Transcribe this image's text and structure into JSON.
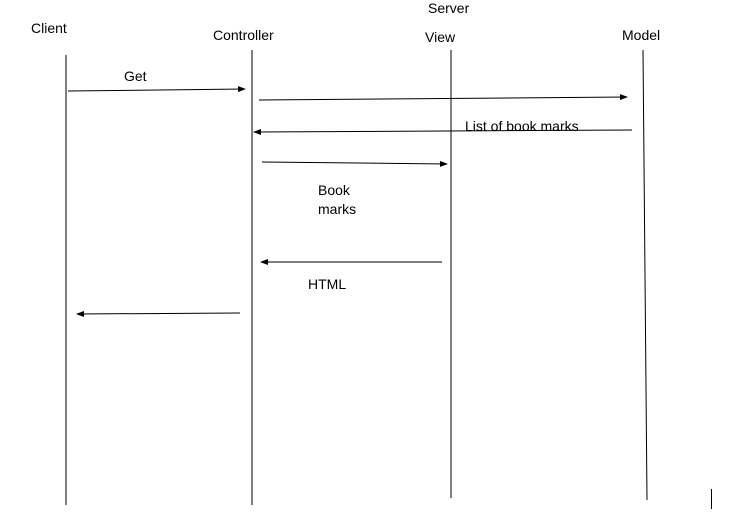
{
  "participants": {
    "client": "Client",
    "controller": "Controller",
    "group_server": "Server",
    "view": "View",
    "model": "Model"
  },
  "messages": {
    "get": "Get",
    "list_of_bookmarks": "List of book marks",
    "book_marks_line1": "Book",
    "book_marks_line2": "marks",
    "html": "HTML"
  },
  "colors": {
    "line": "#000000",
    "background": "#ffffff"
  }
}
